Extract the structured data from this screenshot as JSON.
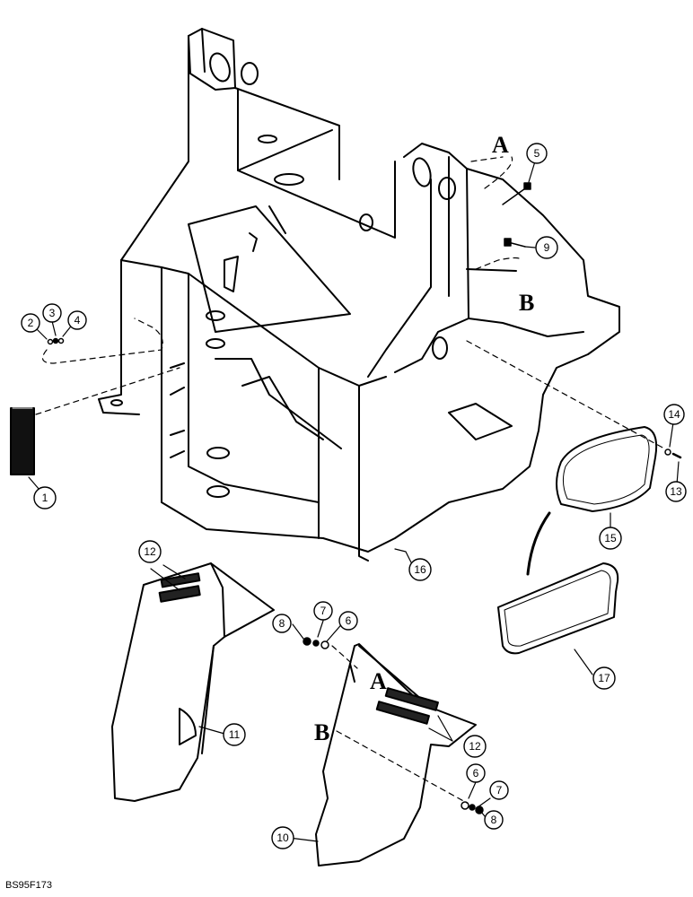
{
  "figure_code": "BS95F173",
  "section_letters": {
    "top_a": "A",
    "top_b": "B",
    "bottom_a": "A",
    "bottom_b": "B"
  },
  "callouts": {
    "c1": "1",
    "c2": "2",
    "c3": "3",
    "c4": "4",
    "c5": "5",
    "c6a": "6",
    "c6b": "6",
    "c7a": "7",
    "c7b": "7",
    "c8a": "8",
    "c8b": "8",
    "c9": "9",
    "c10": "10",
    "c11": "11",
    "c12a": "12",
    "c12b": "12",
    "c13": "13",
    "c14": "14",
    "c15": "15",
    "c16": "16",
    "c17": "17"
  }
}
